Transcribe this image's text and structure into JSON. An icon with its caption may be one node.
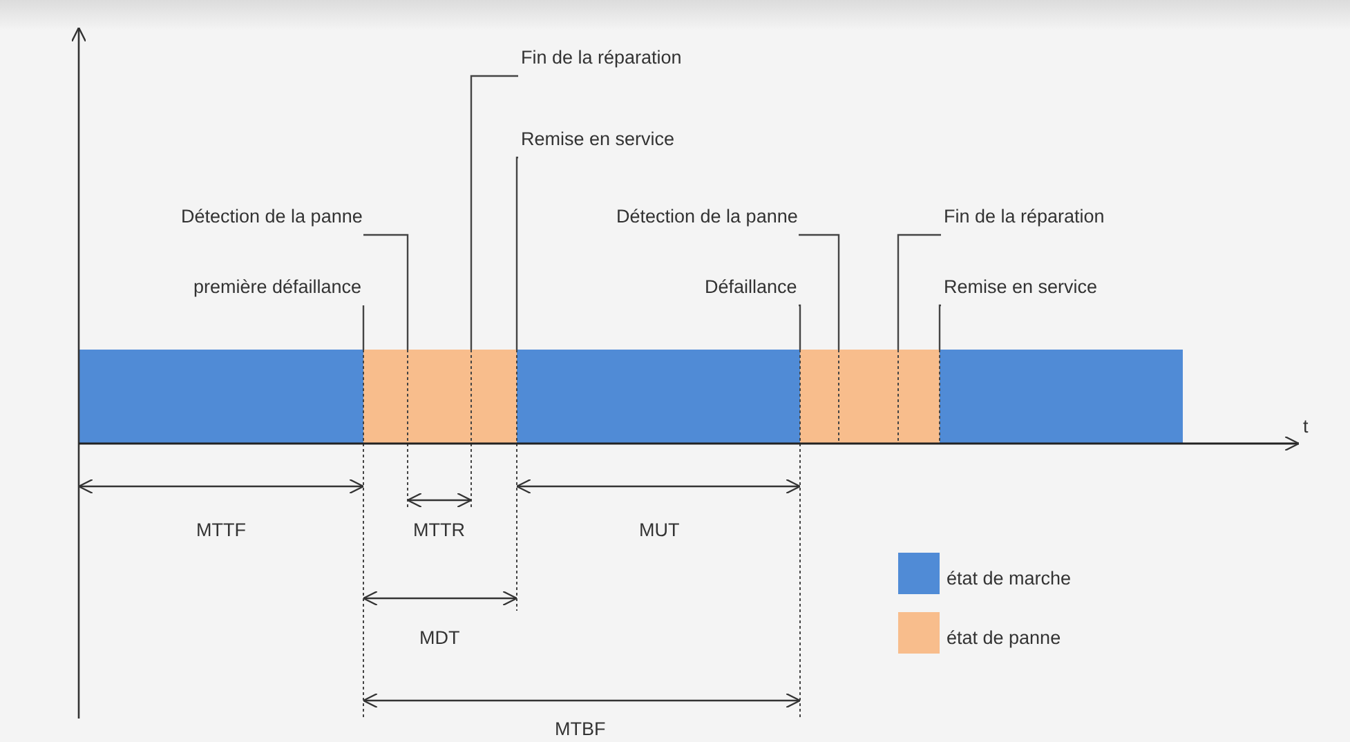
{
  "diagram": {
    "nodes": [
      {
        "text": [
          "première défaillance"
        ]
      },
      {
        "text": [
          "Détection de la panne"
        ]
      },
      {
        "text": [
          "Fin de la réparation"
        ]
      },
      {
        "text": [
          "Remise en service"
        ]
      },
      {
        "text": [
          "Défaillance"
        ]
      },
      {
        "text": [
          "Détection de la panne"
        ]
      },
      {
        "text": [
          "Fin de la réparation"
        ]
      },
      {
        "text": [
          "Remise en service"
        ]
      },
      {
        "text": [],
        "shape": "bar"
      },
      {
        "text": [],
        "shape": "bar"
      },
      {
        "text": [],
        "shape": "bar"
      },
      {
        "text": [],
        "shape": "bar"
      },
      {
        "text": [],
        "shape": "bar"
      }
    ],
    "edges": [
      {
        "from": 0,
        "to": 9,
        "arrow": "none"
      },
      {
        "from": 1,
        "to": 9,
        "arrow": "none"
      },
      {
        "from": 2,
        "to": 9,
        "arrow": "none"
      },
      {
        "from": 3,
        "to": 9,
        "arrow": "none"
      },
      {
        "from": 4,
        "to": 11,
        "arrow": "none"
      },
      {
        "from": 5,
        "to": 11,
        "arrow": "none"
      },
      {
        "from": 6,
        "to": 11,
        "arrow": "none"
      },
      {
        "from": 7,
        "to": 11,
        "arrow": "none"
      }
    ],
    "labels": [
      "t",
      "MTTF",
      "MTTR",
      "MUT",
      "MDT",
      "MTBF"
    ],
    "legend": [
      {
        "text": "état de marche",
        "color": "#508bd6"
      },
      {
        "text": "état de panne",
        "color": "#f8bd8c"
      }
    ]
  }
}
